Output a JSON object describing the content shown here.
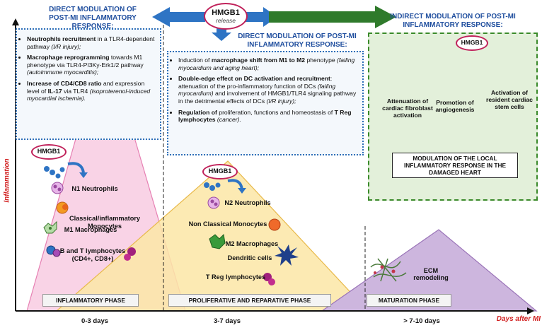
{
  "release": {
    "title": "HMGB1",
    "subtitle": "release"
  },
  "left_header": "DIRECT MODULATION OF POST-MI INFLAMMATORY RESPONSE:",
  "left_box": {
    "items": [
      {
        "bold": "Neutrophils recruitment",
        "text": " in a TLR4-dependent pathway ",
        "italic": "(I/R injury);"
      },
      {
        "bold": "Macrophage reprogramming",
        "text": " towards M1 phenotype via TLR4-PI3Ky-Erk1/2 pathway ",
        "italic": "(autoimmune myocarditis);"
      },
      {
        "bold": "Increase of CD4/CD8 ratio",
        "text": " and expression level of ",
        "bold2": "IL-17",
        "text2": " via TLR4 ",
        "italic": "(isoproterenol-induced myocardial ischemia)."
      }
    ]
  },
  "mid_header": "DIRECT MODULATION OF POST-MI INFLAMMATORY RESPONSE:",
  "mid_box": {
    "items": [
      {
        "pre": "Induction of ",
        "bold": "macrophage shift from M1 to M2",
        "text": " phenotype ",
        "italic": "(failing myocardium and aging heart);"
      },
      {
        "bold": "Double-edge effect on DC activation and recruitment",
        "text": ": attenuation of the pro-inflammatory function of DCs ",
        "italic": "(failing myocardium)",
        "text2": " and involvement of HMGB1/TLR4 signaling pathway in the detrimental effects of DCs ",
        "italic2": "(I/R injury);"
      },
      {
        "bold": "Regulation of",
        "text": " proliferation, functions and homeostasis of ",
        "bold2": "T Reg lymphocytes",
        "italic": " (cancer)."
      }
    ]
  },
  "right_header": "INDIRECT MODULATION OF POST-MI INFLAMMATORY RESPONSE:",
  "right_box": {
    "hmgb1": "HMGB1",
    "effects": [
      "Attenuation of cardiac fibroblast activation",
      "Promotion of angiogenesis",
      "Activation of resident cardiac stem cells"
    ],
    "modulation": "MODULATION OF THE LOCAL INFLAMMATORY RESPONSE IN THE DAMAGED HEART"
  },
  "y_axis_label": "Inflammation",
  "x_axis_label": "Days after MI",
  "phase1": {
    "hmgb1": "HMGB1",
    "cells": [
      "N1 Neutrophils",
      "Classical/inflammatory Monocytes",
      "M1 Macrophages",
      "B and T lymphocytes (CD4+, CD8+)"
    ],
    "name": "INFLAMMATORY PHASE",
    "days": "0-3 days"
  },
  "phase2": {
    "hmgb1": "HMGB1",
    "cells": [
      "N2 Neutrophils",
      "Non Classical Monocytes",
      "M2 Macrophages",
      "Dendritic cells",
      "T Reg lymphocytes"
    ],
    "name": "PROLIFERATIVE AND REPARATIVE PHASE",
    "days": "3-7 days"
  },
  "phase3": {
    "cells": [
      "ECM remodeling"
    ],
    "name": "MATURATION PHASE",
    "days": "> 7-10 days"
  },
  "colors": {
    "header_blue": "#1f4e9e",
    "arrow_blue": "#2e74c4",
    "arrow_green": "#2f7a2b",
    "hmgb1_red": "#c0215a",
    "triangle_pink": "#f7c8df",
    "triangle_yellow": "#fbe3a0",
    "triangle_purple": "#c6aed8",
    "axis_red": "#d11f1f"
  }
}
